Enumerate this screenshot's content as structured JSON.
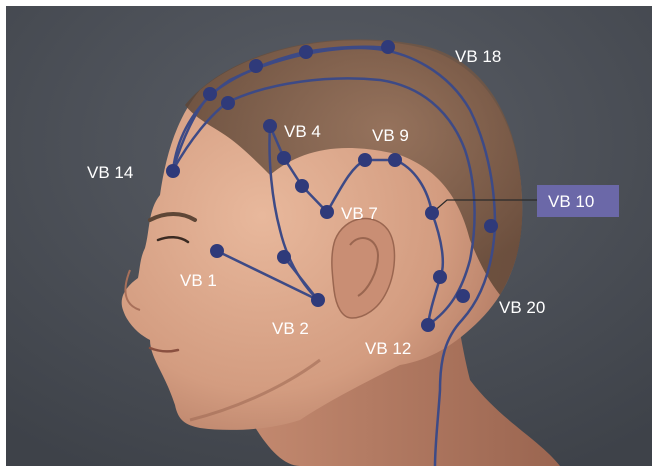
{
  "figure": {
    "labels": {
      "vb18": "VB 18",
      "vb14": "VB 14",
      "vb4": "VB 4",
      "vb9": "VB 9",
      "vb10": "VB 10",
      "vb7": "VB 7",
      "vb1": "VB 1",
      "vb20": "VB 20",
      "vb2": "VB 2",
      "vb12": "VB 12"
    },
    "colors": {
      "background": "#4a4e56",
      "meridian_line": "#3d4a86",
      "acupoint": "#2f3a7a",
      "label_text": "#ffffff",
      "highlight_box": "#6b68a8",
      "skin": "#d9a48a"
    }
  }
}
